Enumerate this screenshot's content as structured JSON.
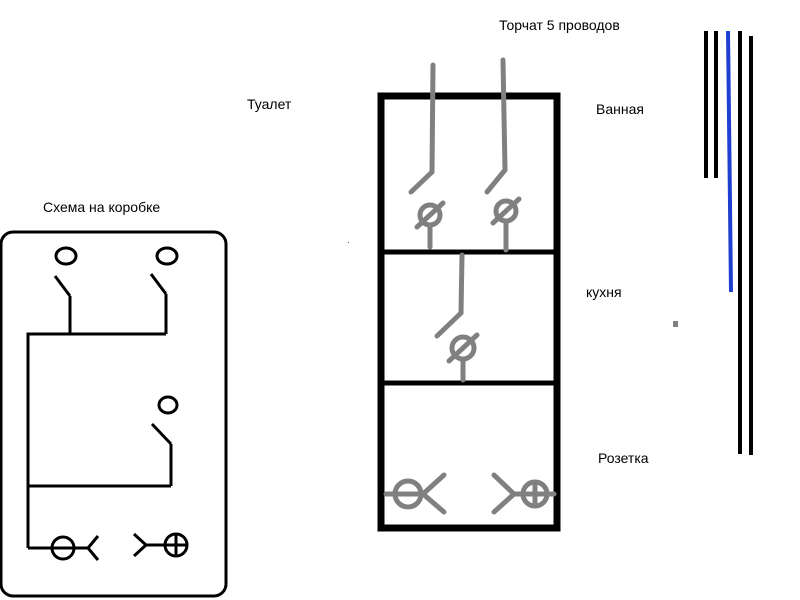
{
  "labels": {
    "wires_sticking_out": "Торчат 5 проводов",
    "toilet": "Туалет",
    "bathroom": "Ванная",
    "box_scheme": "Схема на коробке",
    "kitchen": "кухня",
    "socket": "Розетка"
  },
  "colors": {
    "box_scheme_ink": "#000000",
    "assembly_frame": "#000000",
    "assembly_symbols": "#808080",
    "wire_black": "#000000",
    "wire_blue": "#1f3fd1"
  },
  "wires": {
    "count": 5,
    "colors": [
      "black",
      "black",
      "blue",
      "black",
      "black"
    ]
  }
}
